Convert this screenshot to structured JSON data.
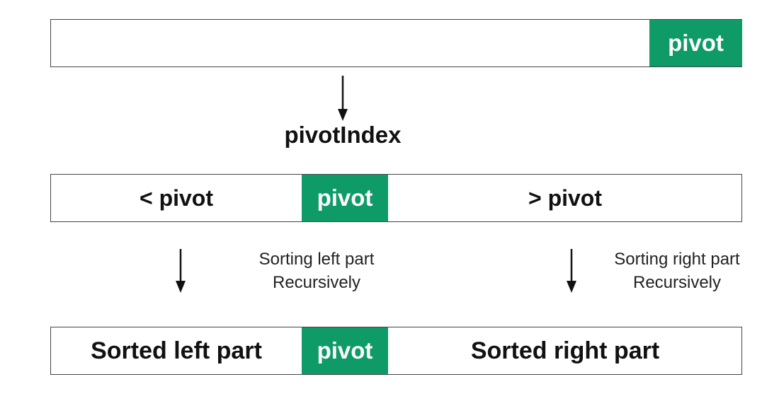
{
  "colors": {
    "accent": "#0f9b67",
    "border": "#444444",
    "text": "#111111"
  },
  "row1": {
    "pivot_label": "pivot"
  },
  "pivot_index_label": "pivotIndex",
  "row2": {
    "left_label": "< pivot",
    "pivot_label": "pivot",
    "right_label": "> pivot"
  },
  "notes": {
    "left_line1": "Sorting left part",
    "left_line2": "Recursively",
    "right_line1": "Sorting right part",
    "right_line2": "Recursively"
  },
  "row3": {
    "left_label": "Sorted left part",
    "pivot_label": "pivot",
    "right_label": "Sorted right part"
  }
}
